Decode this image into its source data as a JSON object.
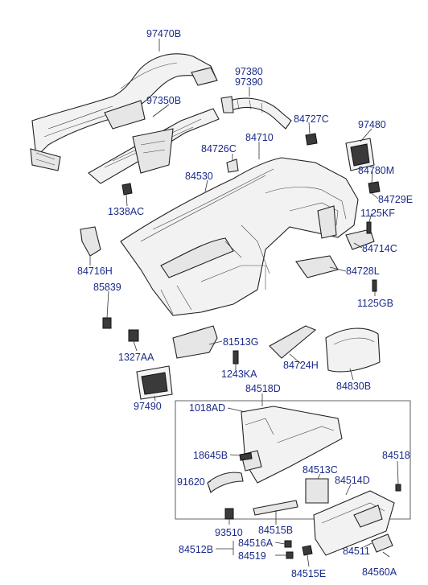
{
  "labels": {
    "p97470B": "97470B",
    "p97380": "97380",
    "p97390": "97390",
    "p97350B": "97350B",
    "p84727C": "84727C",
    "p97480": "97480",
    "p84710": "84710",
    "p84726C": "84726C",
    "p84780M": "84780M",
    "p84530": "84530",
    "p84729E": "84729E",
    "p1125KF": "1125KF",
    "p1338AC": "1338AC",
    "p84714C": "84714C",
    "p84716H": "84716H",
    "p84728L": "84728L",
    "p85839": "85839",
    "p1125GB": "1125GB",
    "p81513G": "81513G",
    "p1327AA": "1327AA",
    "p84724H": "84724H",
    "p1243KA": "1243KA",
    "p84830B": "84830B",
    "p97490": "97490",
    "p84518D": "84518D",
    "p1018AD": "1018AD",
    "p84518": "84518",
    "p18645B": "18645B",
    "p84513C": "84513C",
    "p91620": "91620",
    "p84514D": "84514D",
    "p93510": "93510",
    "p84515B": "84515B",
    "p84516A": "84516A",
    "p84512B": "84512B",
    "p84519": "84519",
    "p84511": "84511",
    "p84560A": "84560A",
    "p84515E": "84515E"
  }
}
